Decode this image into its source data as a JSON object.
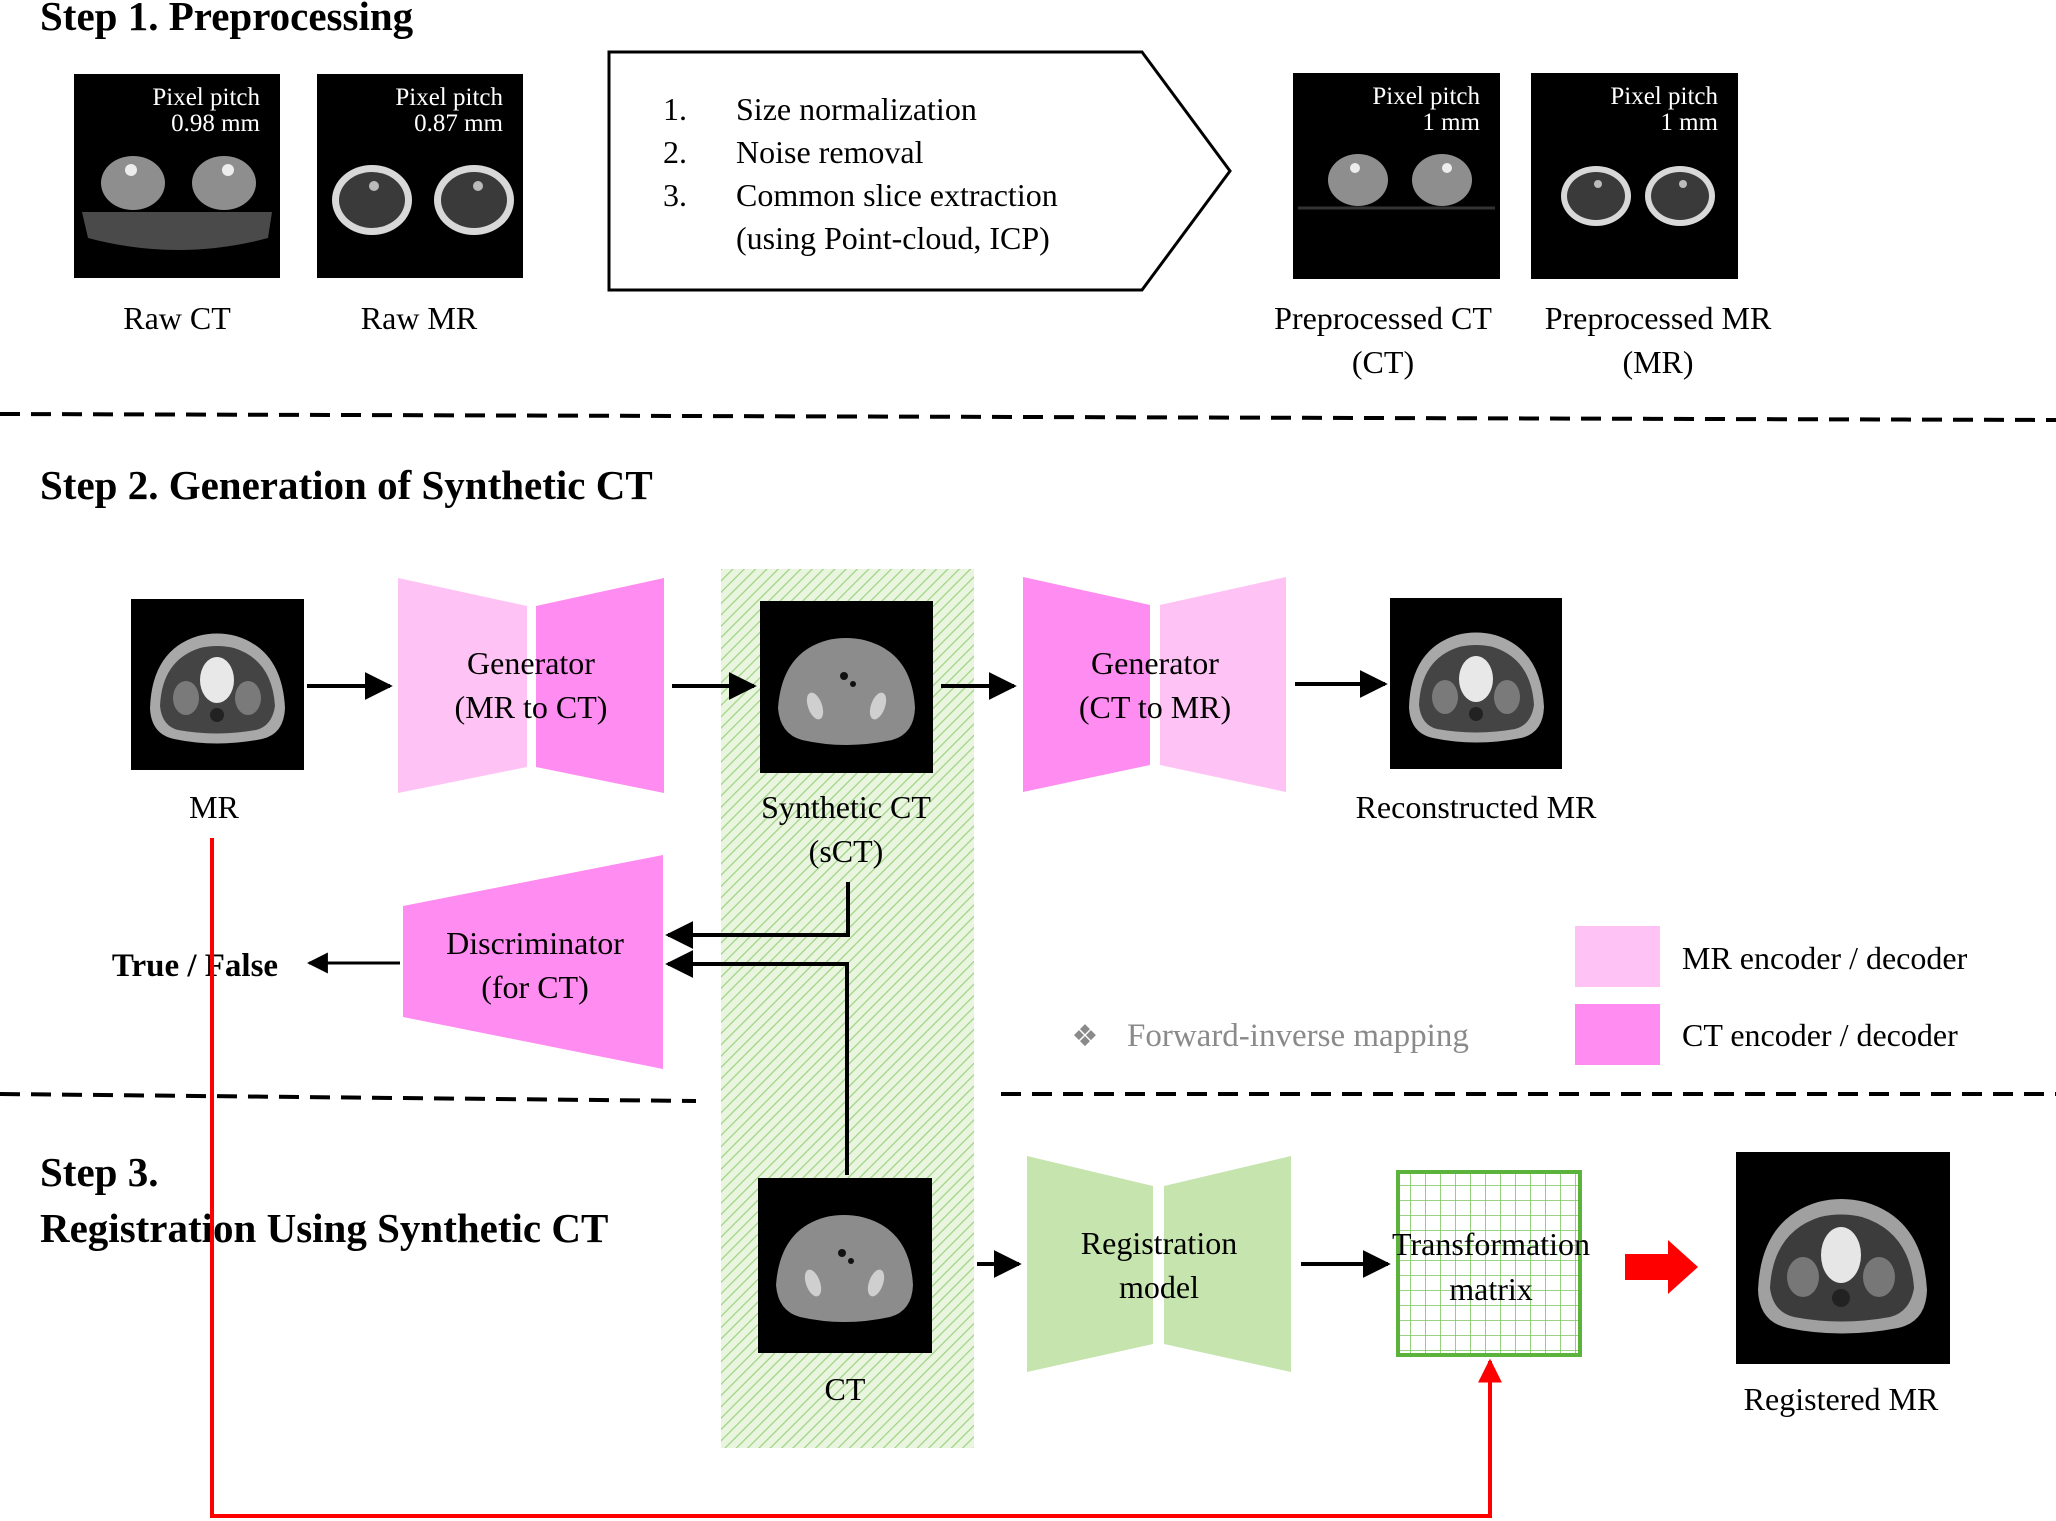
{
  "step1": {
    "title": "Step 1. Preprocessing",
    "raw_ct": {
      "pitch_label": "Pixel pitch",
      "pitch_value": "0.98 mm",
      "caption": "Raw CT"
    },
    "raw_mr": {
      "pitch_label": "Pixel pitch",
      "pitch_value": "0.87 mm",
      "caption": "Raw MR"
    },
    "steps": [
      {
        "num": "1.",
        "text": "Size normalization"
      },
      {
        "num": "2.",
        "text": "Noise removal"
      },
      {
        "num": "3.",
        "text": "Common slice extraction"
      }
    ],
    "step3_sub": "(using Point-cloud, ICP)",
    "pre_ct": {
      "pitch_label": "Pixel pitch",
      "pitch_value": "1 mm",
      "caption": "Preprocessed CT",
      "caption2": "(CT)"
    },
    "pre_mr": {
      "pitch_label": "Pixel pitch",
      "pitch_value": "1 mm",
      "caption": "Preprocessed MR",
      "caption2": "(MR)"
    }
  },
  "step2": {
    "title": "Step 2. Generation of Synthetic CT",
    "mr_caption": "MR",
    "gen1": {
      "line1": "Generator",
      "line2": "(MR to CT)"
    },
    "sct": {
      "line1": "Synthetic CT",
      "line2": "(sCT)"
    },
    "gen2": {
      "line1": "Generator",
      "line2": "(CT to MR)"
    },
    "recon_caption": "Reconstructed MR",
    "disc": {
      "line1": "Discriminator",
      "line2": "(for CT)"
    },
    "true_false": "True / False",
    "mapping_bullet": "❖",
    "mapping_label": "Forward-inverse mapping",
    "legend": [
      {
        "label": "MR encoder / decoder",
        "color": "#ffc2f5"
      },
      {
        "label": "CT encoder / decoder",
        "color": "#ff8cf0"
      }
    ]
  },
  "step3": {
    "title_line1": "Step 3.",
    "title_line2": "Registration Using Synthetic CT",
    "ct_caption": "CT",
    "reg": {
      "line1": "Registration",
      "line2": "model"
    },
    "tm": {
      "line1": "Transformation",
      "line2": "matrix"
    },
    "registered_caption": "Registered MR"
  },
  "colors": {
    "mr_block": "#ffc2f5",
    "ct_block": "#ff8cf0",
    "registration_green": "#c6e4ad",
    "grid_green": "#5cb33c",
    "red": "#ff0000"
  }
}
